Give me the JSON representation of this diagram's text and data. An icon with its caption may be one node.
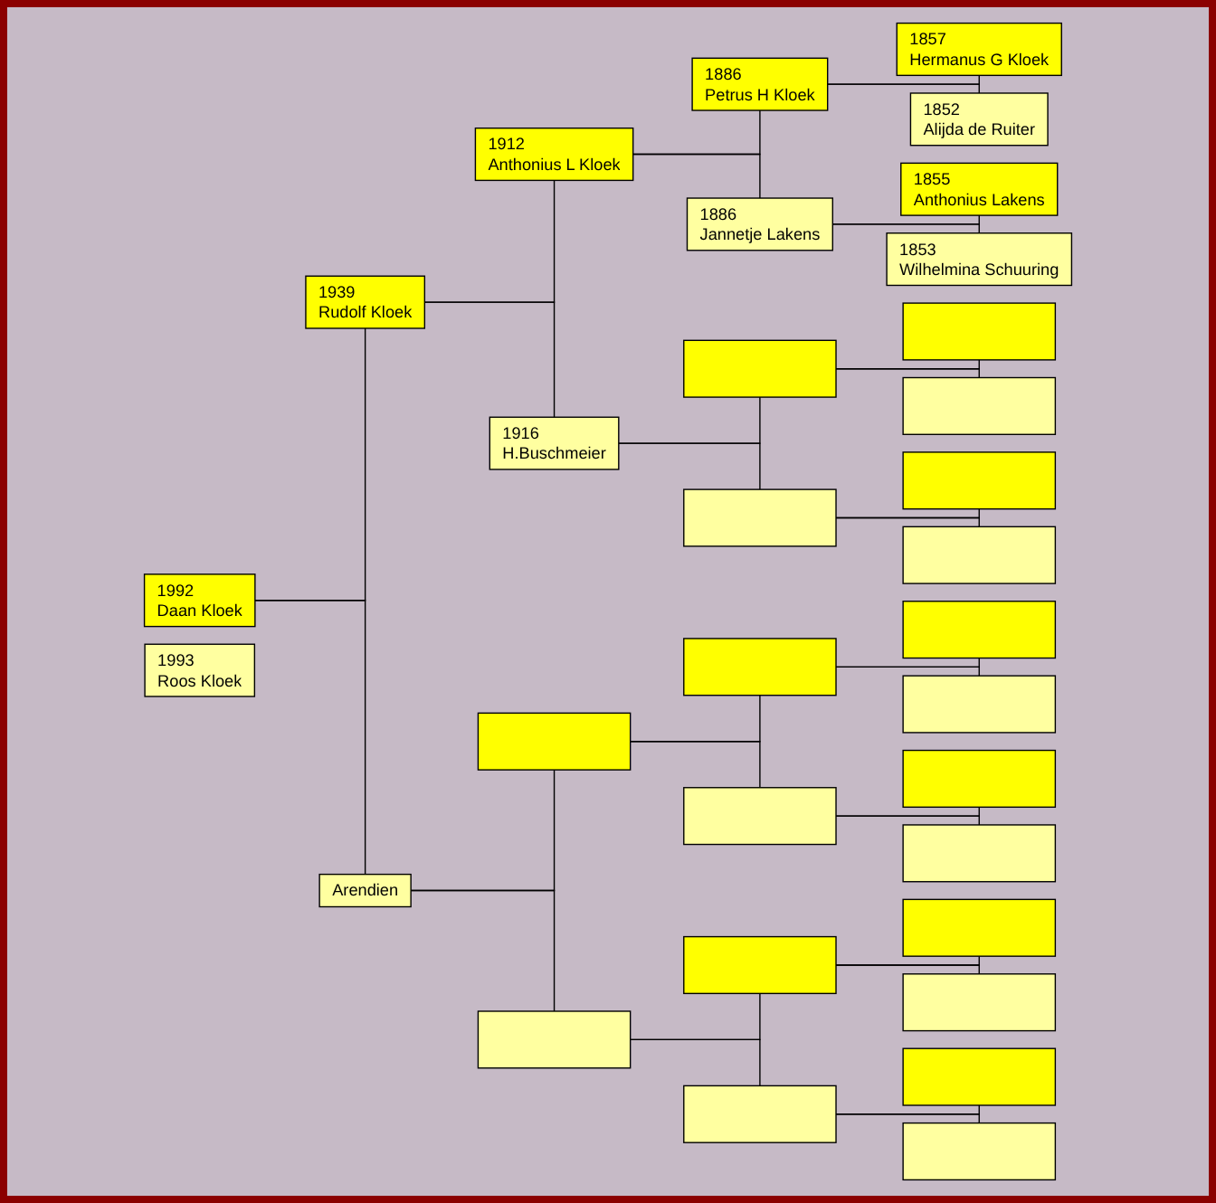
{
  "diagram": {
    "nodes": [
      {
        "text": [
          "1992",
          "Daan Kloek"
        ]
      },
      {
        "text": [
          "1993",
          "Roos Kloek"
        ]
      },
      {
        "text": [
          "1939",
          "Rudolf Kloek"
        ]
      },
      {
        "text": [
          "Arendien"
        ]
      },
      {
        "text": [
          "1912",
          "Anthonius L Kloek"
        ]
      },
      {
        "text": [
          "1916",
          "H.Buschmeier"
        ]
      },
      {
        "text": [],
        "shape": "box"
      },
      {
        "text": [],
        "shape": "box"
      },
      {
        "text": [
          "1886",
          "Petrus H Kloek"
        ]
      },
      {
        "text": [
          "1886",
          "Jannetje Lakens"
        ]
      },
      {
        "text": [],
        "shape": "box"
      },
      {
        "text": [],
        "shape": "box"
      },
      {
        "text": [],
        "shape": "box"
      },
      {
        "text": [],
        "shape": "box"
      },
      {
        "text": [],
        "shape": "box"
      },
      {
        "text": [],
        "shape": "box"
      },
      {
        "text": [
          "1857",
          "Hermanus G Kloek"
        ]
      },
      {
        "text": [
          "1852",
          "Alijda de Ruiter"
        ]
      },
      {
        "text": [
          "1855",
          "Anthonius Lakens"
        ]
      },
      {
        "text": [
          "1853",
          "Wilhelmina Schuuring"
        ]
      },
      {
        "text": [],
        "shape": "box"
      },
      {
        "text": [],
        "shape": "box"
      },
      {
        "text": [],
        "shape": "box"
      },
      {
        "text": [],
        "shape": "box"
      },
      {
        "text": [],
        "shape": "box"
      },
      {
        "text": [],
        "shape": "box"
      },
      {
        "text": [],
        "shape": "box"
      },
      {
        "text": [],
        "shape": "box"
      },
      {
        "text": [],
        "shape": "box"
      },
      {
        "text": [],
        "shape": "box"
      },
      {
        "text": [],
        "shape": "box"
      },
      {
        "text": [],
        "shape": "box"
      }
    ],
    "edges": [
      {
        "from": 0,
        "to": 2,
        "arrow": "none"
      },
      {
        "from": 0,
        "to": 3,
        "arrow": "none"
      },
      {
        "from": 2,
        "to": 4,
        "arrow": "none"
      },
      {
        "from": 2,
        "to": 5,
        "arrow": "none"
      },
      {
        "from": 3,
        "to": 6,
        "arrow": "none"
      },
      {
        "from": 3,
        "to": 7,
        "arrow": "none"
      },
      {
        "from": 4,
        "to": 8,
        "arrow": "none"
      },
      {
        "from": 4,
        "to": 9,
        "arrow": "none"
      },
      {
        "from": 5,
        "to": 10,
        "arrow": "none"
      },
      {
        "from": 5,
        "to": 11,
        "arrow": "none"
      },
      {
        "from": 6,
        "to": 12,
        "arrow": "none"
      },
      {
        "from": 6,
        "to": 13,
        "arrow": "none"
      },
      {
        "from": 7,
        "to": 14,
        "arrow": "none"
      },
      {
        "from": 7,
        "to": 15,
        "arrow": "none"
      },
      {
        "from": 8,
        "to": 16,
        "arrow": "none"
      },
      {
        "from": 8,
        "to": 17,
        "arrow": "none"
      },
      {
        "from": 9,
        "to": 18,
        "arrow": "none"
      },
      {
        "from": 9,
        "to": 19,
        "arrow": "none"
      },
      {
        "from": 10,
        "to": 20,
        "arrow": "none"
      },
      {
        "from": 10,
        "to": 21,
        "arrow": "none"
      },
      {
        "from": 11,
        "to": 22,
        "arrow": "none"
      },
      {
        "from": 11,
        "to": 23,
        "arrow": "none"
      },
      {
        "from": 12,
        "to": 24,
        "arrow": "none"
      },
      {
        "from": 12,
        "to": 25,
        "arrow": "none"
      },
      {
        "from": 13,
        "to": 26,
        "arrow": "none"
      },
      {
        "from": 13,
        "to": 27,
        "arrow": "none"
      },
      {
        "from": 14,
        "to": 28,
        "arrow": "none"
      },
      {
        "from": 14,
        "to": 29,
        "arrow": "none"
      },
      {
        "from": 15,
        "to": 30,
        "arrow": "none"
      },
      {
        "from": 15,
        "to": 31,
        "arrow": "none"
      }
    ]
  }
}
